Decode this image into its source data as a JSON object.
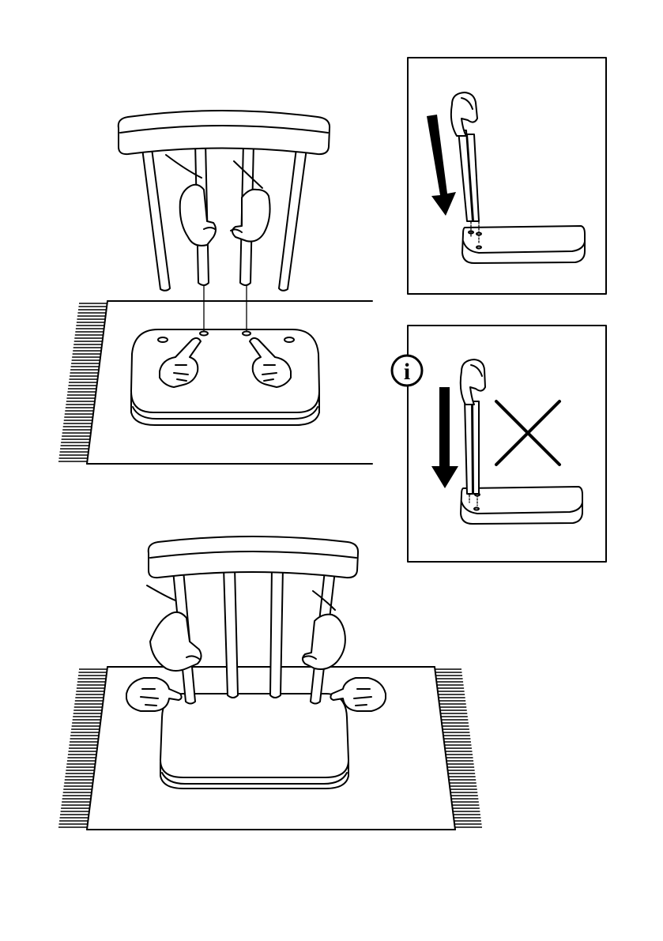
{
  "page": {
    "background": "#ffffff",
    "ink": "#000000"
  },
  "steps": [
    {
      "id": "step-insert-spindles",
      "icons": [
        "chair-back-icon",
        "hand-icon",
        "seat-icon",
        "rug-icon",
        "pointing-hand-icon"
      ]
    },
    {
      "id": "step-press-together",
      "icons": [
        "chair-back-icon",
        "hand-icon",
        "seat-icon",
        "rug-icon",
        "pointing-hand-icon"
      ]
    }
  ],
  "panels": [
    {
      "id": "correct-panel",
      "icons": [
        "arrow-down-icon",
        "chair-side-icon"
      ]
    },
    {
      "id": "incorrect-panel",
      "icons": [
        "info-icon",
        "arrow-down-icon",
        "chair-side-icon",
        "cross-icon"
      ]
    }
  ],
  "info_symbol": "i"
}
